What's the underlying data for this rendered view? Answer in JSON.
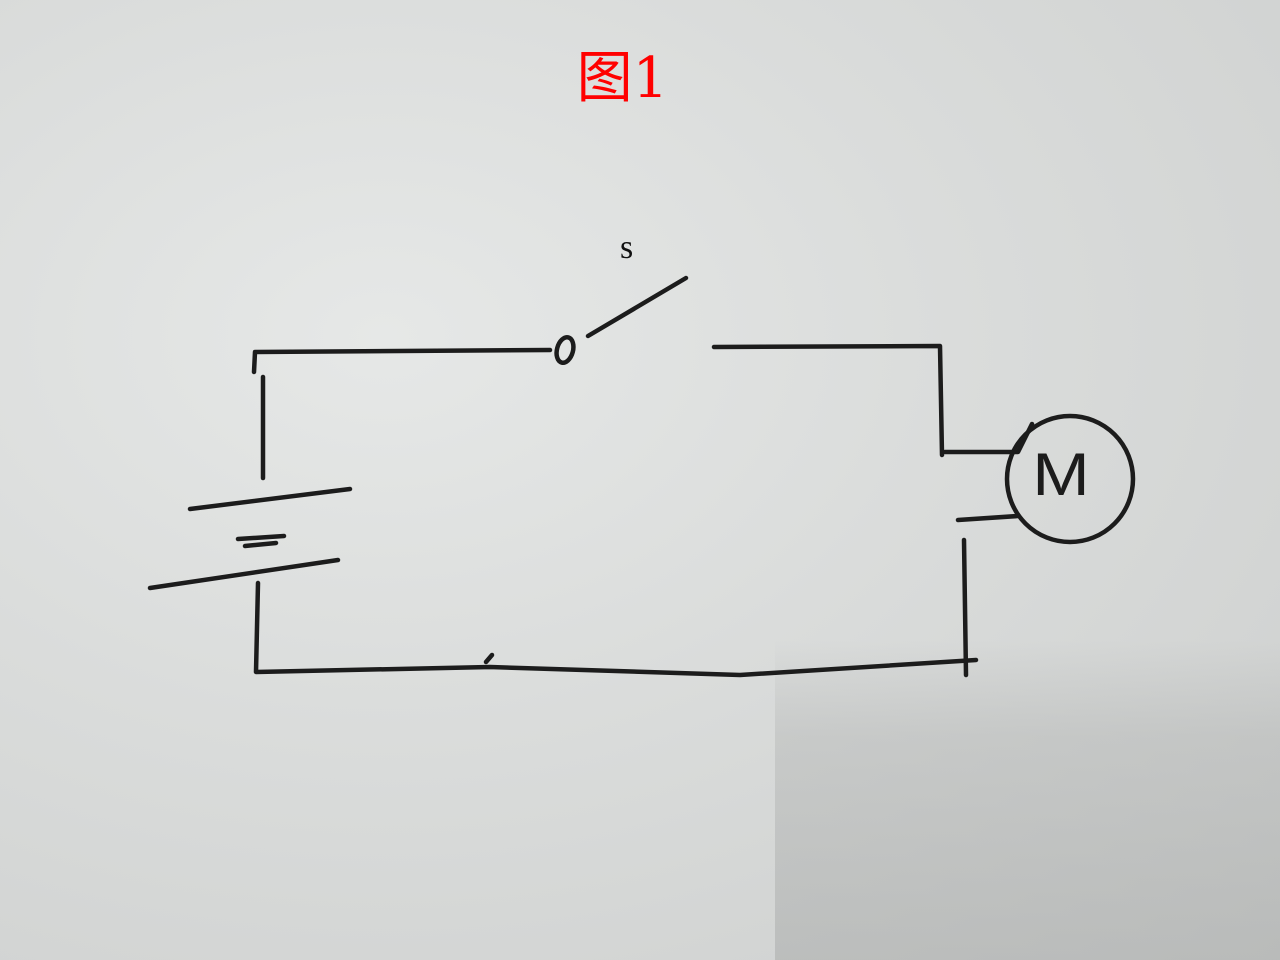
{
  "figure": {
    "title": "图1",
    "title_color": "#ff0000"
  },
  "components": {
    "switch": {
      "label": "s"
    },
    "motor": {
      "label": "M"
    },
    "battery": {}
  },
  "colors": {
    "ink": "#1c1c1c",
    "paper": "#dcdedd"
  }
}
